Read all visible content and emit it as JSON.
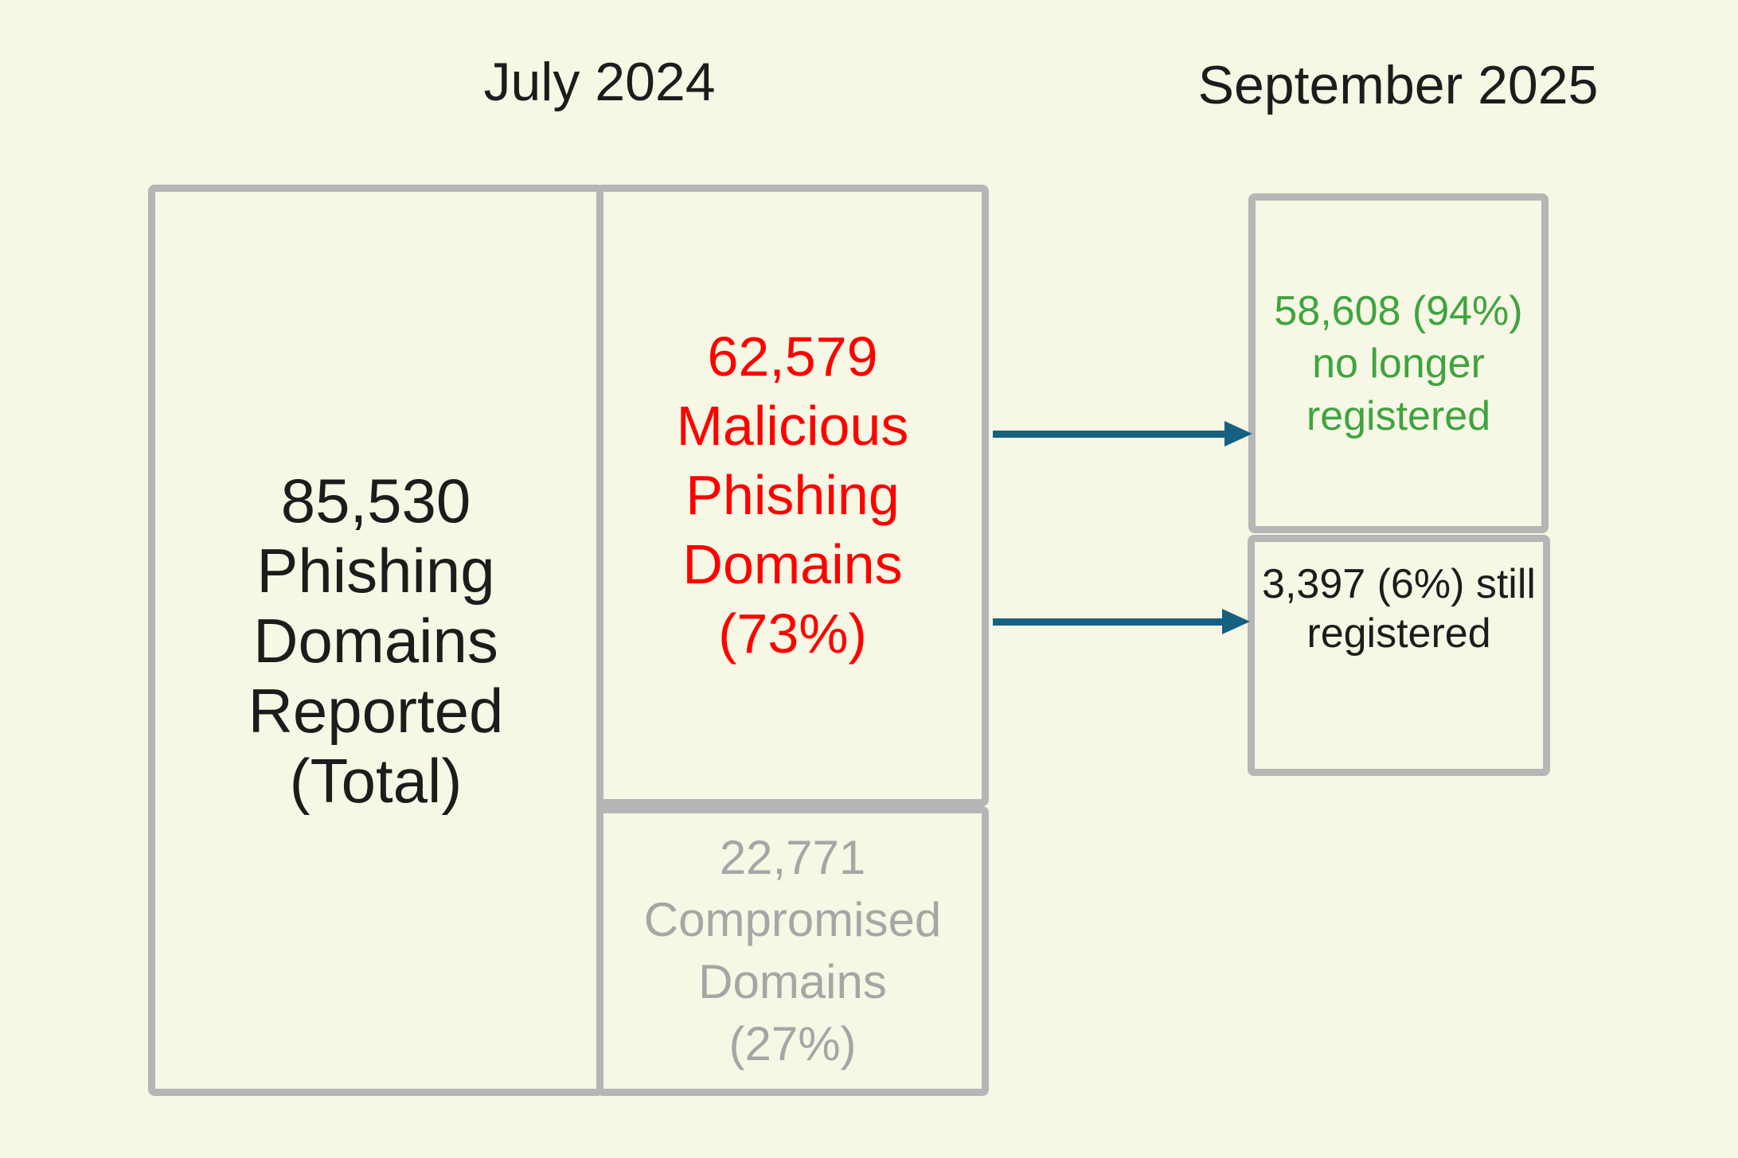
{
  "titles": {
    "july": "July 2024",
    "september": "September 2025"
  },
  "total_box": {
    "lines": [
      "85,530 Phishing",
      "Domains",
      "Reported",
      "(Total)"
    ]
  },
  "malicious_box": {
    "lines": [
      "62,579",
      "Malicious",
      "Phishing",
      "Domains",
      "(73%)"
    ]
  },
  "compromised_box": {
    "lines": [
      "22,771",
      "Compromised",
      "Domains",
      "(27%)"
    ]
  },
  "no_longer_registered_box": {
    "lines": [
      "58,608 (94%)",
      "no longer",
      "registered"
    ]
  },
  "still_registered_box": {
    "lines": [
      "3,397 (6%) still",
      "registered"
    ]
  },
  "colors": {
    "background": "#f6f7e4",
    "box_border": "#b6b6b6",
    "arrow": "#166080",
    "title_text": "#1c1c1c",
    "total_text": "#1c1c1c",
    "malicious_text": "#fe0000",
    "compromised_text": "#a6a6a6",
    "no_longer_text": "#3fa43f",
    "still_text": "#1c1c1c"
  }
}
